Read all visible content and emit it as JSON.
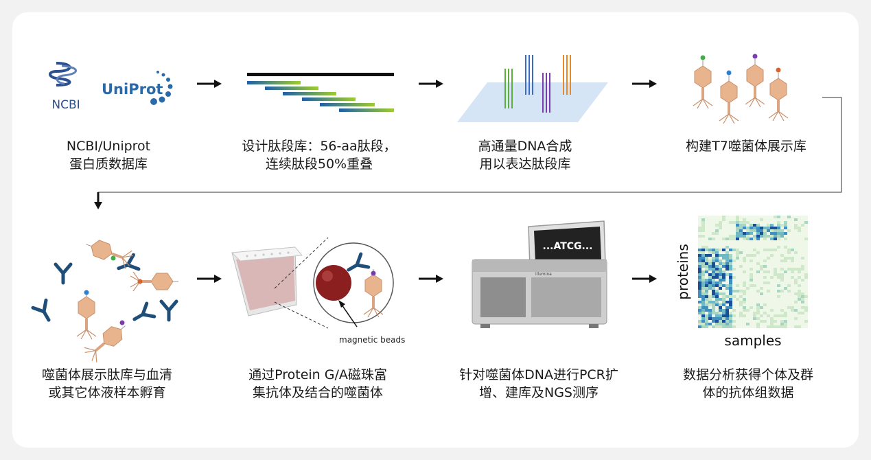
{
  "logos": {
    "ncbi": "NCBI",
    "uniprot": "UniProt"
  },
  "steps": [
    {
      "line1": "NCBI/Uniprot",
      "line2": "蛋白质数据库"
    },
    {
      "line1": "设计肽段库：56-aa肽段，",
      "line2": "连续肽段50%重叠"
    },
    {
      "line1": "高通量DNA合成",
      "line2": "用以表达肽段库"
    },
    {
      "line1": "构建T7噬菌体展示库",
      "line2": ""
    },
    {
      "line1": "噬菌体展示肽库与血清",
      "line2": "或其它体液样本孵育"
    },
    {
      "line1": "通过Protein G/A磁珠富",
      "line2": "集抗体及结合的噬菌体"
    },
    {
      "line1": "针对噬菌体DNA进行PCR扩",
      "line2": "增、建库及NGS测序"
    },
    {
      "line1": "数据分析获得个体及群",
      "line2": "体的抗体组数据"
    }
  ],
  "annotations": {
    "magnetic_beads": "magnetic beads",
    "screen_text": "...ATCG...",
    "sequencer_brand": "illumina"
  },
  "heatmap": {
    "ylabel": "proteins",
    "xlabel": "samples"
  },
  "colors": {
    "antibody": "#1f4e79",
    "bead": "#8b1e1e",
    "phage_head": "#e8b48e",
    "heatmap_low": "#eef7e8",
    "heatmap_high": "#1a4f9a",
    "peptide_start": "#1f5fa8",
    "peptide_end": "#9fcc2e"
  }
}
